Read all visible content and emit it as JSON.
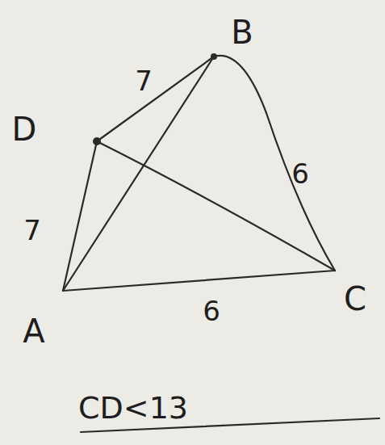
{
  "diagram": {
    "labels": [
      "D",
      "7",
      "B",
      "7",
      "6",
      "A",
      "6",
      "C",
      "CD<13"
    ]
  }
}
